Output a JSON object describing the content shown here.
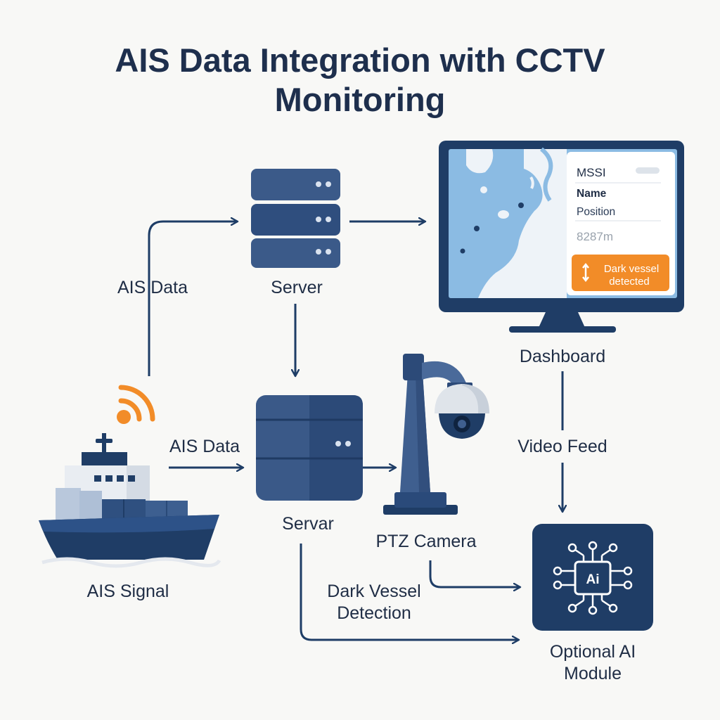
{
  "title": "AIS Data Integration with CCTV Monitoring",
  "title_lines": [
    "AIS Data Integration with CCTV",
    "Monitoring"
  ],
  "labels": {
    "ais_data_left": "AIS Data",
    "server_top": "Server",
    "ais_data_mid": "AIS Data",
    "server_mid": "Servar",
    "ais_signal": "AIS Signal",
    "dashboard": "Dashboard",
    "video_feed": "Video Feed",
    "ptz_camera": "PTZ Camera",
    "dark_vessel_detection": [
      "Dark Vessel",
      "Detection"
    ],
    "optional_ai": [
      "Optional AI",
      "Module"
    ]
  },
  "dashboard_panel": {
    "mssi": "MSSI",
    "name": "Name",
    "position": "Position",
    "distance": "8287m",
    "alert": [
      "Dark vessel",
      "detected"
    ],
    "alert_icon": "up-down-arrow-icon"
  },
  "ai_chip_label": "Ai",
  "colors": {
    "navy": "#1e3d66",
    "steel": "#3f5f8f",
    "orange": "#f28c28",
    "map_water": "#8bbbe3",
    "background": "#f8f8f6"
  }
}
